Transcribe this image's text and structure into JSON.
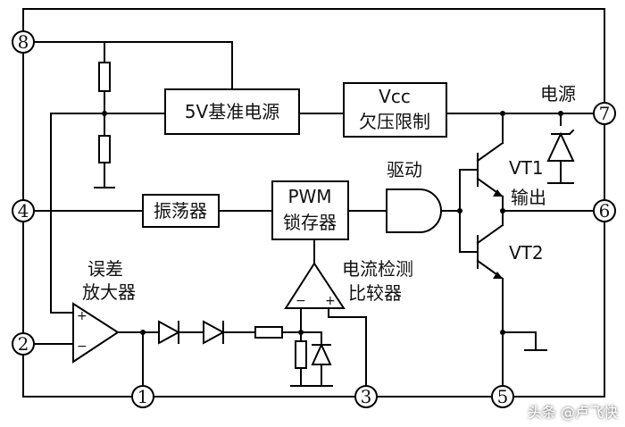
{
  "pins": {
    "p1": "1",
    "p2": "2",
    "p3": "3",
    "p4": "4",
    "p5": "5",
    "p6": "6",
    "p7": "7",
    "p8": "8"
  },
  "blocks": {
    "ref_5v": "5V基准电源",
    "uvlo_line1": "Vcc",
    "uvlo_line2": "欠压限制",
    "oscillator": "振荡器",
    "pwm_line1": "PWM",
    "pwm_line2": "锁存器"
  },
  "labels": {
    "power": "电源",
    "drive": "驱动",
    "output": "输出",
    "vt1": "VT1",
    "vt2": "VT2",
    "error_amp_line1": "误差",
    "error_amp_line2": "放大器",
    "current_cmp_line1": "电流检测",
    "current_cmp_line2": "比较器",
    "plus": "+",
    "minus": "−"
  },
  "watermark": "头条 @卢飞快"
}
